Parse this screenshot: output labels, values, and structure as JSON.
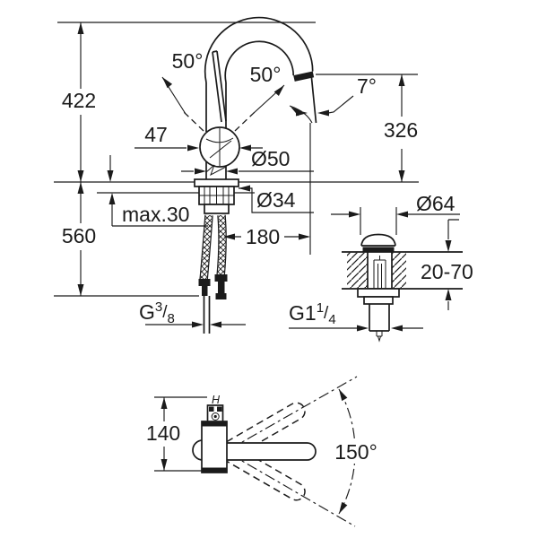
{
  "front": {
    "total_height": "422",
    "below_deck": "560",
    "deck_thickness_max": "max.30",
    "ball_width": "47",
    "lever_angle_left": "50°",
    "lever_angle_right": "50°",
    "outlet_angle": "7°",
    "spout_height": "326",
    "body_diameter": "Ø50",
    "hole_diameter": "Ø34",
    "spout_projection": "180",
    "supply_thread": {
      "g": "G",
      "num": "3",
      "slash": "/",
      "den": "8"
    }
  },
  "waste": {
    "flange_diameter": "Ø64",
    "deck_range": "20-70",
    "waste_thread": {
      "g": "G1",
      "num": "1",
      "slash": "/",
      "den": "4"
    }
  },
  "top": {
    "body_depth": "140",
    "swivel_range": "150°",
    "handle_mark": "H"
  },
  "colors": {
    "line": "#1b1b1b",
    "background": "#ffffff"
  }
}
